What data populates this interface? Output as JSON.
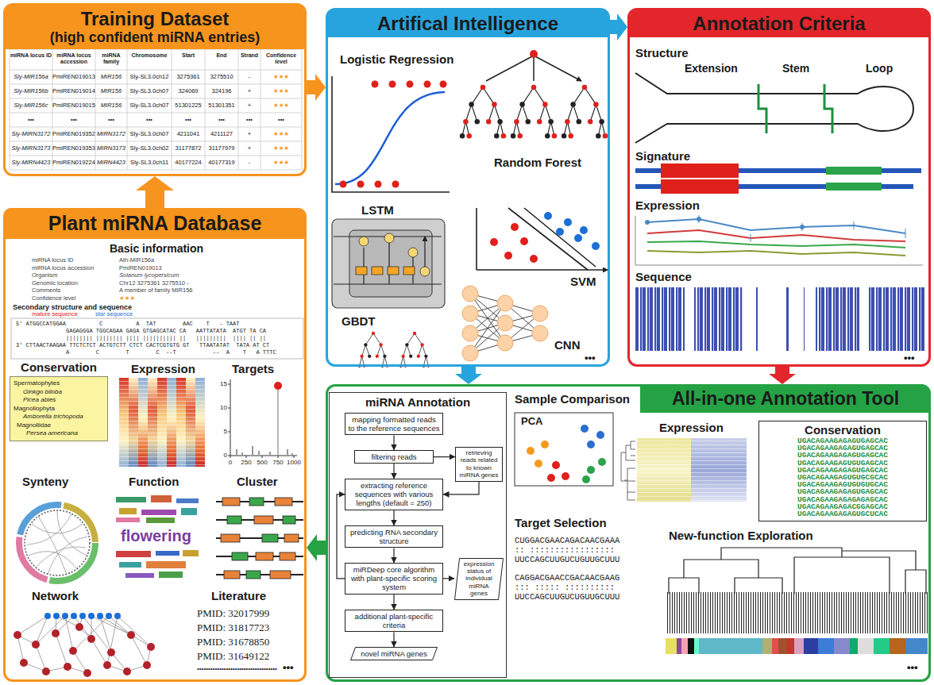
{
  "diagram": {
    "nodes": [
      {
        "text": [
          "Training Dataset",
          "(high confident miRNA entries)"
        ]
      },
      {
        "text": [
          "Plant miRNA Database"
        ]
      },
      {
        "text": [
          "Conservation",
          "Spermatophytes",
          "Ginkgo biloba",
          "Picea abies",
          "Magnoliophyta",
          "Amborella trichopoda",
          "Magnoliidae",
          "Persea americana"
        ],
        "in": 1
      },
      {
        "text": [
          "Artifical Intelligence"
        ]
      },
      {
        "text": [
          "Annotation Criteria"
        ]
      },
      {
        "text": [
          "All-in-one Annotation Tool"
        ]
      },
      {
        "text": [
          "miRNA Annotation"
        ],
        "in": 5
      },
      {
        "text": [
          "mapping formatted reads to the reference sequences"
        ],
        "in": 6
      },
      {
        "text": [
          "filtering reads"
        ],
        "in": 6
      },
      {
        "text": [
          "retrieving reads related to known miRNA genes"
        ],
        "in": 6
      },
      {
        "text": [
          "extracting reference sequences with various lengths (default = 250)"
        ],
        "in": 6
      },
      {
        "text": [
          "predicting RNA secondary structure"
        ],
        "in": 6
      },
      {
        "text": [
          "miRDeep core algorithm with plant-specific scoring system"
        ],
        "in": 6
      },
      {
        "text": [
          "expression status of individual miRNA genes"
        ],
        "in": 6
      },
      {
        "text": [
          "additional plant-specific criteria"
        ],
        "in": 6
      },
      {
        "text": [
          "novel miRNA genes"
        ],
        "in": 6
      },
      {
        "text": [
          "Conservation",
          "UGACAGAAGAGAGUGAGCAC",
          "UGACAGAAGAGAGUGAGCAC",
          "UGACAGAAGAGAGUGAGCAC",
          "UGACAGAAGAGUGUGAGCAC",
          "UGACAGAAGAGAGUGAGCAC",
          "UGACAGAAGAGUGUGCGCAC",
          "UGACAGAAGAGUGUGUGCAC",
          "UGACAGAAGAGAGUGAGCAC",
          "UGACAGAAGAGAGAGAGCAC",
          "UGACAGAAGAGACGGAGCAC",
          "UGACAGAAGAGAGUGCUCAC"
        ],
        "in": 5
      }
    ],
    "edges": [
      {
        "from": 1,
        "to": 0,
        "arrow": "to"
      },
      {
        "from": 0,
        "to": 3,
        "arrow": "to"
      },
      {
        "from": 3,
        "to": 4,
        "arrow": "to"
      },
      {
        "from": 4,
        "to": 5,
        "arrow": "to"
      },
      {
        "from": 3,
        "to": 5,
        "arrow": "to"
      },
      {
        "from": 5,
        "to": 1,
        "arrow": "to"
      },
      {
        "from": 7,
        "to": 8,
        "arrow": "to"
      },
      {
        "from": 8,
        "to": 9,
        "arrow": "to"
      },
      {
        "from": 9,
        "to": 10,
        "arrow": "to"
      },
      {
        "from": 8,
        "to": 10,
        "arrow": "to"
      },
      {
        "from": 10,
        "to": 11,
        "arrow": "to"
      },
      {
        "from": 11,
        "to": 12,
        "arrow": "to"
      },
      {
        "from": 12,
        "to": 13,
        "arrow": "to"
      },
      {
        "from": 12,
        "to": 14,
        "arrow": "to"
      },
      {
        "from": 12,
        "to": 10,
        "arrow": "to"
      },
      {
        "from": 14,
        "to": 15,
        "arrow": "to"
      }
    ],
    "labels": [
      "miRNA locus ID",
      "miRNA locus accession",
      "miRNA family",
      "Chromosome",
      "Start",
      "End",
      "Strand",
      "Confidence level",
      "Sly-MIR156a",
      "PmiREN019013",
      "MIR156",
      "Sly-SL3.0ch12",
      "3275361",
      "3275510",
      "-",
      "★★★",
      "Sly-MIR156b",
      "PmiREN019014",
      "MIR156",
      "Sly-SL3.0ch07",
      "324069",
      "324196",
      "+",
      "★★★",
      "Sly-MIR156c",
      "PmiREN019015",
      "MIR156",
      "Sly-SL3.0ch07",
      "51301225",
      "51301351",
      "+",
      "★★★",
      "•••",
      "•••",
      "•••",
      "•••",
      "•••",
      "•••",
      "•••",
      "•••",
      "Sly-MIRN3172",
      "PmiREN019352",
      "MIRN3172",
      "Sly-SL3.0ch07",
      "4211041",
      "4211127",
      "+",
      "★★★",
      "Sly-MIRN3173",
      "PmiREN019353",
      "MIRN3173",
      "Sly-SL3.0ch02",
      "31177872",
      "31177979",
      "+",
      "★★★",
      "Sly-MIRN4423",
      "PmiREN019224",
      "MIRN4423",
      "Sly-SL3.0ch11",
      "40177224",
      "40177319",
      "-",
      "★★★",
      "Basic information",
      "miRNA locus ID",
      "Ath-MIR156a",
      "miRNA locus accession",
      "PmiREN019013",
      "Organism",
      "Solanum lycopersicum",
      "Genomic location",
      "Chr12 3275361 3275510 -",
      "Comments",
      "A member of family MIR156",
      "Confidence level",
      "★★★",
      "Secondary structure and sequence",
      "mature sequence",
      "star sequence",
      "5' ATGGCCATGGAA          C          A  TAT        AAC    T   - TAAT",
      "               GAGAGGGA TGGCAGAA GAGA GTGAGCATAC CA   AATTATATA  ATGT TA CA",
      "               |||||||| |||||||| |||| |||||||||| ||   |||||||||  |||| || ||",
      "3' CTTAACTAAGAA TTCTCTCT ACTGTCTT CTCT CACTCGTGTG GT   TTAATATAT  TATA AT CT",
      "               A        C        T        C  --T           --  A    T   A TTTC",
      "Expression",
      "Targets",
      "15",
      "10",
      "5",
      "0",
      "0",
      "250",
      "500",
      "750",
      "1000",
      "Synteny",
      "Function",
      "flowering",
      "Cluster",
      "Network",
      "Literature",
      "PMID: 32017999",
      "PMID: 31817723",
      "PMID: 31678850",
      "PMID: 31649122",
      "••••••••••••••••••••••••••••••••••••",
      "•••",
      "Logistic Regression",
      "Random Forest",
      "LSTM",
      "SVM",
      "GBDT",
      "CNN",
      "•••",
      "Structure",
      "Extension",
      "Stem",
      "Loop",
      "Signature",
      "Expression",
      "Sequence",
      "•••",
      "Sample Comparison",
      "PCA",
      "Expression",
      "Target Selection",
      "CUGGACGAACAGACAACGAAA",
      ":: :::::::::::::::::",
      "UUCCAGCUUGUCUGUUGCUUU",
      "CAGGACGAACCGACAACGAAG",
      "::: ::::: ::::::::::",
      "UUCCAGCUUGUCUGUUGCUUU",
      "New-function Exploration",
      "•••"
    ]
  }
}
